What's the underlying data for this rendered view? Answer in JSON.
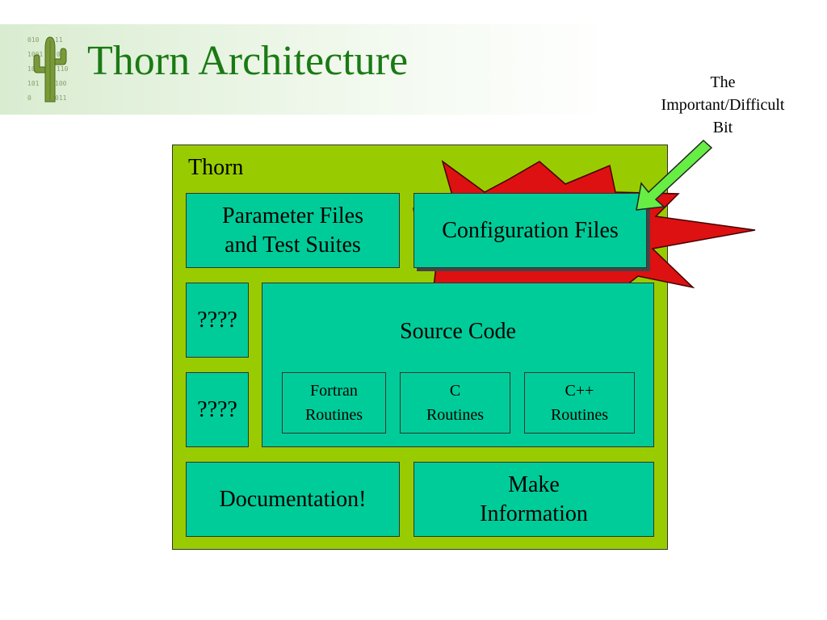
{
  "slide": {
    "title": "Thorn Architecture",
    "logo_icon": "cactus-binary-logo"
  },
  "callout": {
    "lines": [
      "The",
      "Important/Difficult",
      "Bit"
    ],
    "arrow_color": "#66ee44",
    "burst_color": "#dd1111"
  },
  "diagram": {
    "container": {
      "label": "Thorn",
      "color": "#99cc00"
    },
    "box_color": "#00cc99",
    "parameter_files": {
      "lines": [
        "Parameter Files",
        "and Test Suites"
      ]
    },
    "configuration_files": {
      "label": "Configuration Files"
    },
    "unknown_top": {
      "label": "????"
    },
    "unknown_bottom": {
      "label": "????"
    },
    "source_code": {
      "label": "Source Code",
      "routines": [
        {
          "lines": [
            "Fortran",
            "Routines"
          ]
        },
        {
          "lines": [
            "C",
            "Routines"
          ]
        },
        {
          "lines": [
            "C++",
            "Routines"
          ]
        }
      ]
    },
    "documentation": {
      "label": "Documentation!"
    },
    "make_information": {
      "lines": [
        "Make",
        "Information"
      ]
    }
  }
}
